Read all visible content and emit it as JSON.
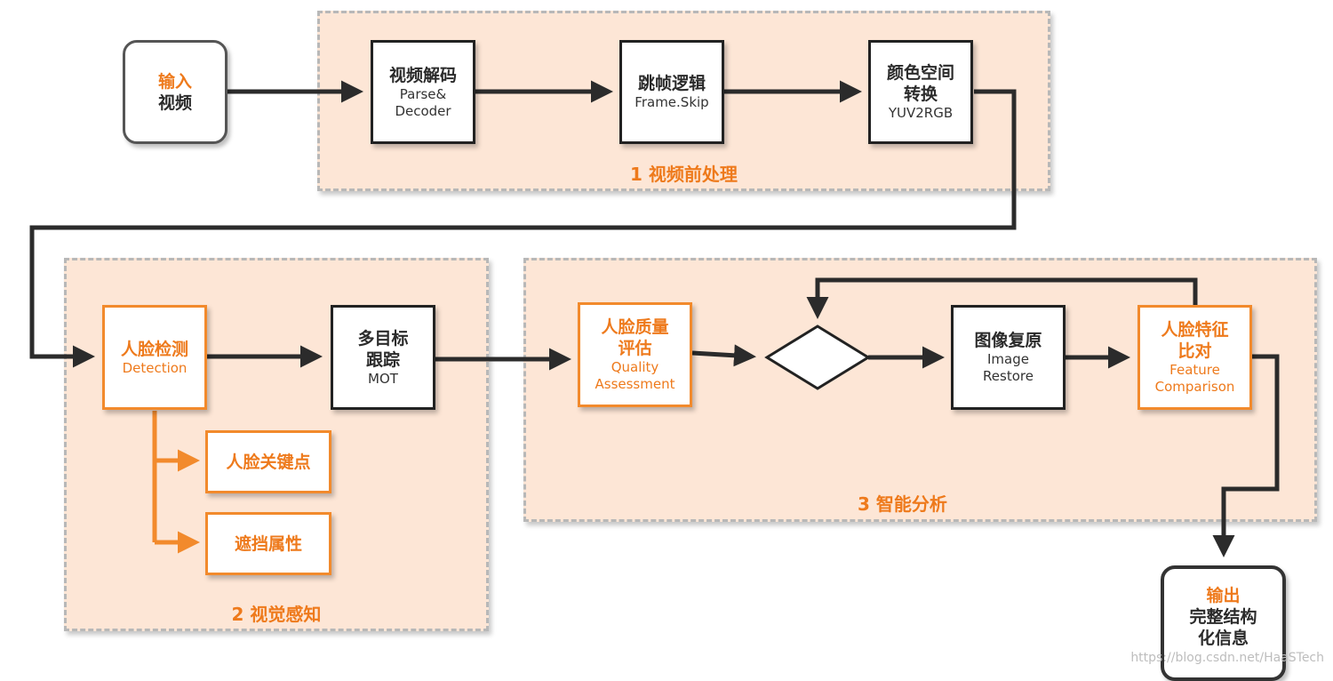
{
  "groups": {
    "preprocess": "1 视频前处理",
    "perception": "2 视觉感知",
    "analysis": "3 智能分析"
  },
  "nodes": {
    "input": {
      "cn1": "输入",
      "cn2": "视频"
    },
    "decode": {
      "cn": "视频解码",
      "en1": "Parse&",
      "en2": "Decoder"
    },
    "frame_skip": {
      "cn": "跳帧逻辑",
      "en": "Frame.Skip"
    },
    "color_convert": {
      "cn1": "颜色空间",
      "cn2": "转换",
      "en": "YUV2RGB"
    },
    "face_detect": {
      "cn": "人脸检测",
      "en": "Detection"
    },
    "mot": {
      "cn1": "多目标",
      "cn2": "跟踪",
      "en": "MOT"
    },
    "landmark": {
      "cn": "人脸关键点"
    },
    "occlusion": {
      "cn": "遮挡属性"
    },
    "quality": {
      "cn1": "人脸质量",
      "cn2": "评估",
      "en1": "Quality",
      "en2": "Assessment"
    },
    "restore": {
      "cn": "图像复原",
      "en1": "Image",
      "en2": "Restore"
    },
    "feature": {
      "cn1": "人脸特征",
      "cn2": "比对",
      "en1": "Feature",
      "en2": "Comparison"
    },
    "output": {
      "cn1": "输出",
      "cn2": "完整结构",
      "cn3": "化信息"
    }
  },
  "watermark": "https://blog.csdn.net/HaaSTech",
  "colors": {
    "accent": "#ee7a1c",
    "group_fill": "#fde6d6",
    "line": "#2b2b2b"
  }
}
